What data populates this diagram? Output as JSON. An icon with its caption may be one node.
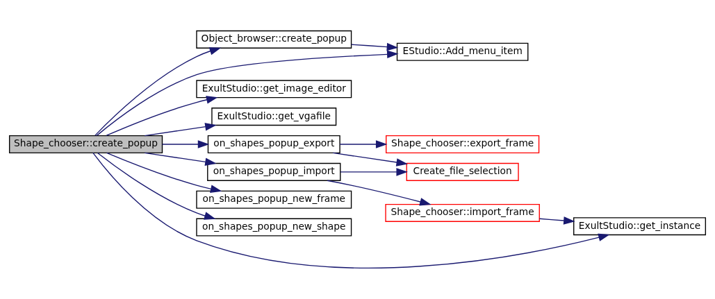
{
  "diagram": {
    "nodes": [
      {
        "text": [
          "Shape_chooser::create_popup"
        ]
      },
      {
        "text": [
          "Object_browser::create_popup"
        ]
      },
      {
        "text": [
          "EStudio::Add_menu_item"
        ]
      },
      {
        "text": [
          "ExultStudio::get_image_editor"
        ]
      },
      {
        "text": [
          "ExultStudio::get_vgafile"
        ]
      },
      {
        "text": [
          "on_shapes_popup_export"
        ]
      },
      {
        "text": [
          "on_shapes_popup_import"
        ]
      },
      {
        "text": [
          "on_shapes_popup_new_frame"
        ]
      },
      {
        "text": [
          "on_shapes_popup_new_shape"
        ]
      },
      {
        "text": [
          "Shape_chooser::export_frame"
        ]
      },
      {
        "text": [
          "Create_file_selection"
        ]
      },
      {
        "text": [
          "Shape_chooser::import_frame"
        ]
      },
      {
        "text": [
          "ExultStudio::get_instance"
        ]
      }
    ],
    "edges": [
      {
        "from": 0,
        "to": 2,
        "arrow": "to"
      },
      {
        "from": 0,
        "to": 1,
        "arrow": "to"
      },
      {
        "from": 0,
        "to": 3,
        "arrow": "to"
      },
      {
        "from": 0,
        "to": 12,
        "arrow": "to"
      },
      {
        "from": 0,
        "to": 4,
        "arrow": "to"
      },
      {
        "from": 0,
        "to": 5,
        "arrow": "to"
      },
      {
        "from": 0,
        "to": 6,
        "arrow": "to"
      },
      {
        "from": 0,
        "to": 7,
        "arrow": "to"
      },
      {
        "from": 0,
        "to": 8,
        "arrow": "to"
      },
      {
        "from": 1,
        "to": 2,
        "arrow": "to"
      },
      {
        "from": 5,
        "to": 9,
        "arrow": "to"
      },
      {
        "from": 5,
        "to": 10,
        "arrow": "to"
      },
      {
        "from": 6,
        "to": 10,
        "arrow": "to"
      },
      {
        "from": 6,
        "to": 11,
        "arrow": "to"
      },
      {
        "from": 11,
        "to": 12,
        "arrow": "to"
      }
    ]
  }
}
